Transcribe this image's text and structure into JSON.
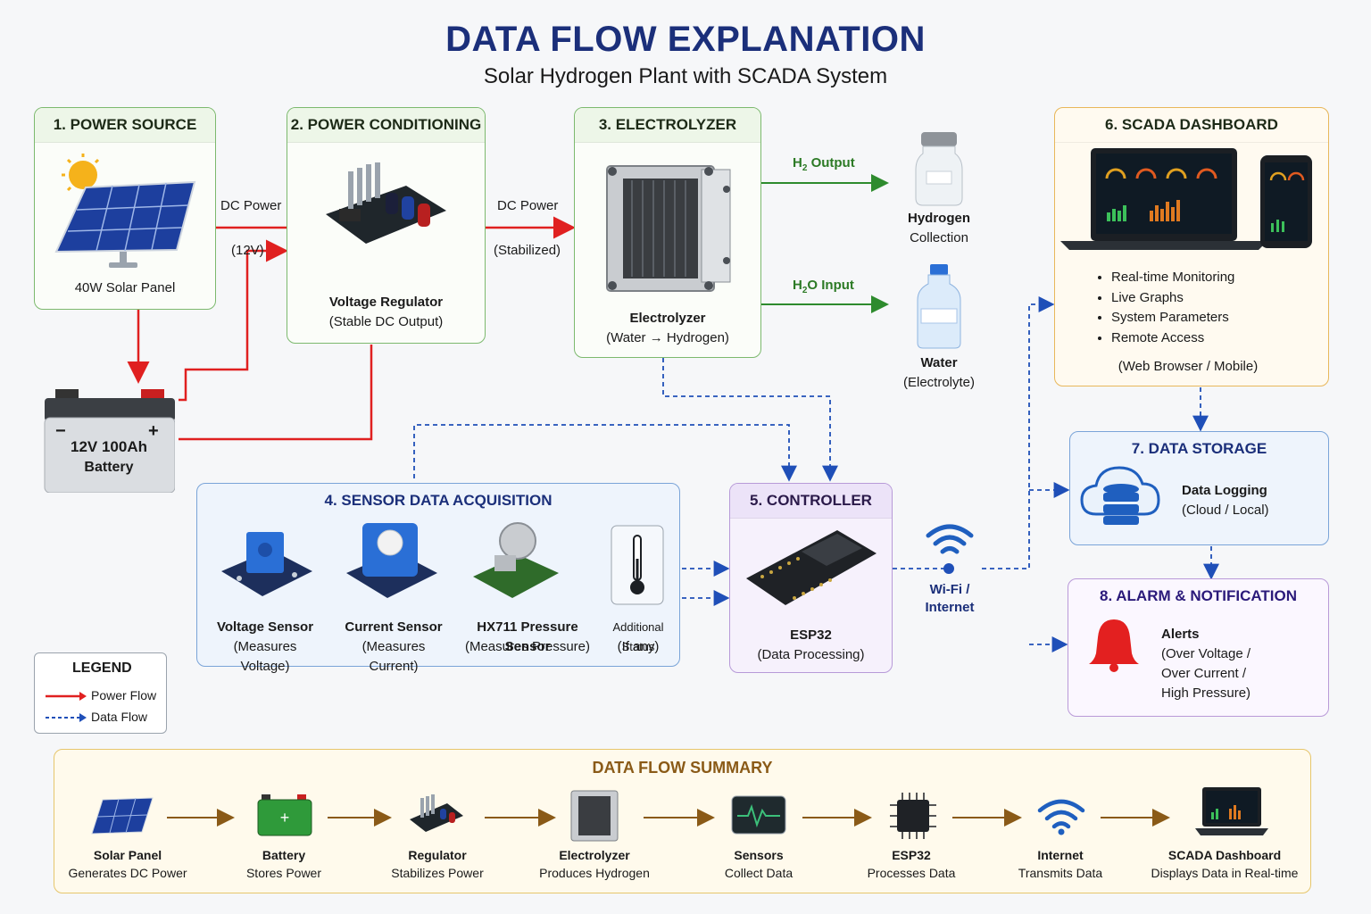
{
  "title": "DATA FLOW EXPLANATION",
  "subtitle": "Solar Hydrogen Plant with SCADA System",
  "power_source": {
    "header": "1. POWER SOURCE",
    "label": "40W Solar Panel"
  },
  "battery": {
    "line1": "12V 100Ah",
    "line2": "Battery",
    "minus": "−",
    "plus": "+"
  },
  "conditioning": {
    "header": "2. POWER CONDITIONING",
    "title": "Voltage Regulator",
    "sub": "(Stable DC Output)"
  },
  "electrolyzer": {
    "header": "3. ELECTROLYZER",
    "title": "Electrolyzer",
    "sub": "(Water → Hydrogen)"
  },
  "flows": {
    "dc1": "DC Power",
    "dc1_sub": "(12V)",
    "dc2": "DC Power",
    "dc2_sub": "(Stabilized)",
    "h2_prefix": "H",
    "h2_sub": "2",
    "h2_suffix": " Output",
    "h2o_prefix": "H",
    "h2o_sub": "2",
    "h2o_suffix": "O Input"
  },
  "hydrogen": {
    "title": "Hydrogen",
    "sub": "Collection"
  },
  "water": {
    "title": "Water",
    "sub": "(Electrolyte)"
  },
  "scada": {
    "header": "6. SCADA DASHBOARD",
    "features": [
      "Real-time Monitoring",
      "Live Graphs",
      "System Parameters",
      "Remote Access"
    ],
    "note": "(Web Browser / Mobile)"
  },
  "storage": {
    "header": "7. DATA STORAGE",
    "title": "Data Logging",
    "sub": "(Cloud / Local)"
  },
  "alarm": {
    "header": "8. ALARM & NOTIFICATION",
    "title": "Alerts",
    "lines": [
      "(Over Voltage /",
      "Over Current /",
      "High Pressure)"
    ]
  },
  "sensors": {
    "header": "4. SENSOR DATA ACQUISITION",
    "items": [
      {
        "title": "Voltage Sensor",
        "sub": "(Measures Voltage)"
      },
      {
        "title": "Current Sensor",
        "sub": "(Measures Current)"
      },
      {
        "title": "HX711 Pressure Sensor",
        "sub": "(Measures Pressure)"
      },
      {
        "title": "Additional Status",
        "sub": "(If any)"
      }
    ]
  },
  "controller": {
    "header": "5. CONTROLLER",
    "title": "ESP32",
    "sub": "(Data Processing)"
  },
  "wifi": {
    "line1": "Wi-Fi /",
    "line2": "Internet"
  },
  "legend": {
    "title": "LEGEND",
    "power": "Power Flow",
    "data": "Data Flow",
    "power_color": "#e02020",
    "data_color": "#1f4fb8"
  },
  "summary": {
    "title": "DATA FLOW SUMMARY",
    "steps": [
      {
        "title": "Solar Panel",
        "sub": "Generates DC Power",
        "icon": "solar-panel-icon"
      },
      {
        "title": "Battery",
        "sub": "Stores Power",
        "icon": "battery-icon"
      },
      {
        "title": "Regulator",
        "sub": "Stabilizes Power",
        "icon": "regulator-icon"
      },
      {
        "title": "Electrolyzer",
        "sub": "Produces Hydrogen",
        "icon": "electrolyzer-icon"
      },
      {
        "title": "Sensors",
        "sub": "Collect Data",
        "icon": "sensor-monitor-icon"
      },
      {
        "title": "ESP32",
        "sub": "Processes Data",
        "icon": "chip-icon"
      },
      {
        "title": "Internet",
        "sub": "Transmits Data",
        "icon": "wifi-icon"
      },
      {
        "title": "SCADA Dashboard",
        "sub": "Displays Data in Real-time",
        "icon": "laptop-icon"
      }
    ]
  }
}
